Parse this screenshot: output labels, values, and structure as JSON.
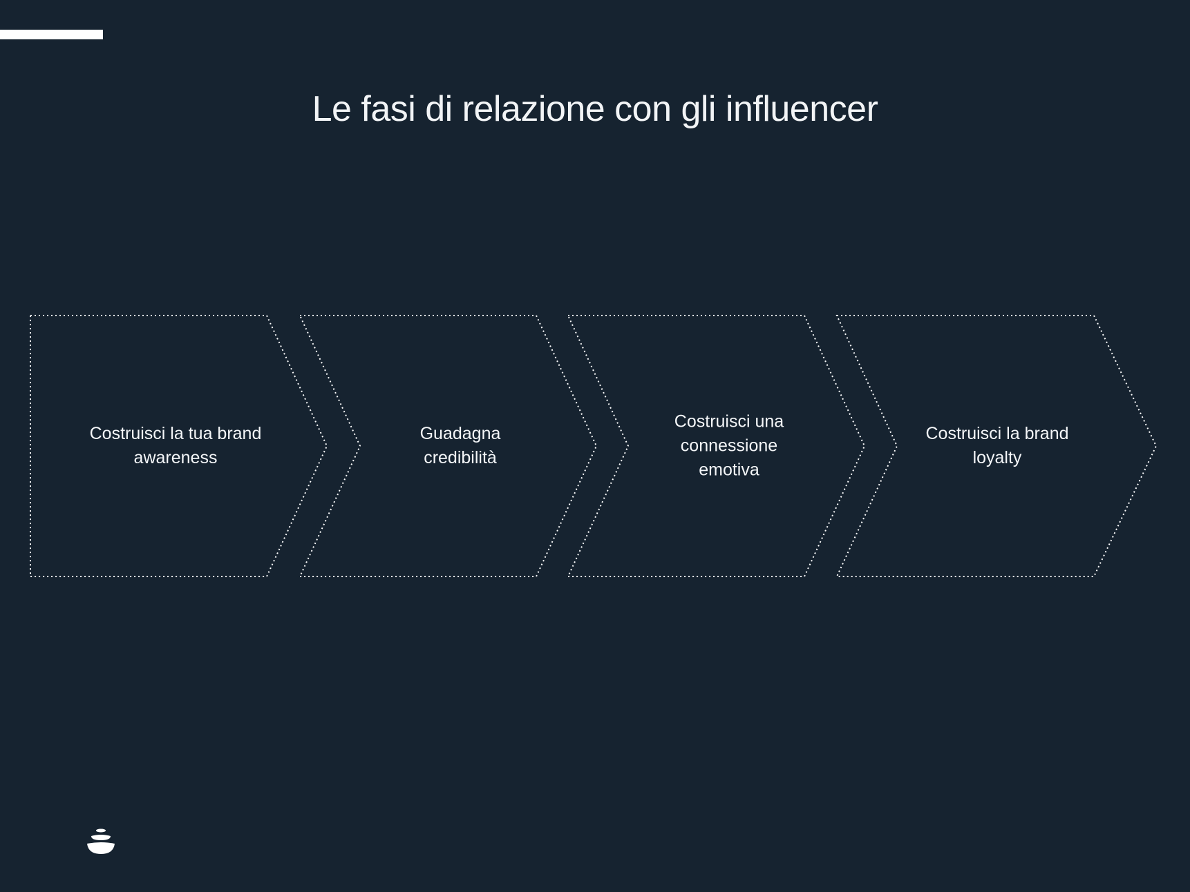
{
  "title": "Le fasi di relazione con gli influencer",
  "steps": [
    {
      "label": "Costruisci la tua brand awareness"
    },
    {
      "label": "Guadagna credibilità"
    },
    {
      "label": "Costruisci una connessione emotiva"
    },
    {
      "label": "Costruisci la brand loyalty"
    }
  ],
  "colors": {
    "background": "#162330",
    "stroke": "#ffffff"
  },
  "logo_icon": "stacked-stones-logo-icon"
}
